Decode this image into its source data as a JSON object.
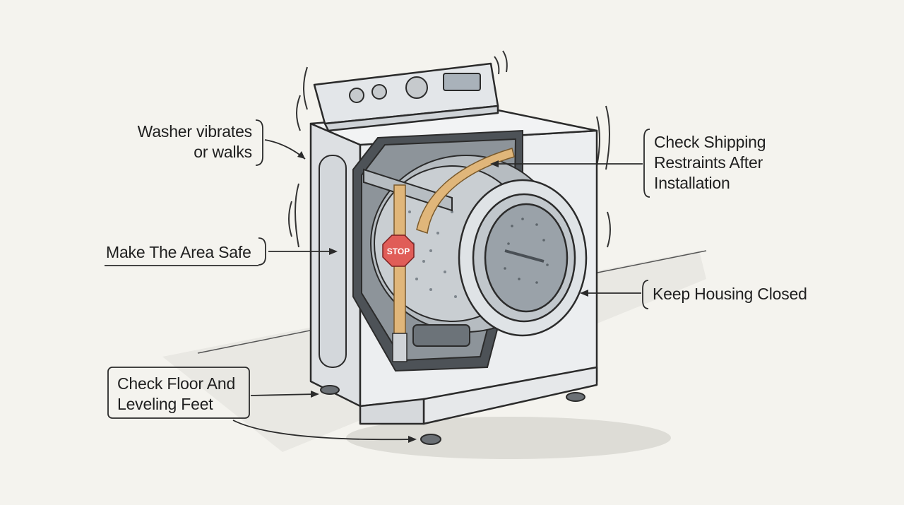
{
  "callouts": {
    "vibrates": {
      "line1": "Washer vibrates",
      "line2": "or walks"
    },
    "area_safe": "Make The Area Safe",
    "floor": {
      "line1": "Check Floor And",
      "line2": "Leveling Feet"
    },
    "shipping": {
      "line1": "Check Shipping",
      "line2": "Restraints After",
      "line3": "Installation"
    },
    "housing": "Keep Housing Closed"
  },
  "stop_sign": "STOP",
  "colors": {
    "background": "#f4f3ee",
    "ink": "#2b2b2b",
    "body": "#eceef0",
    "restraint": "#e0b67a",
    "stop": "#e05d58"
  }
}
